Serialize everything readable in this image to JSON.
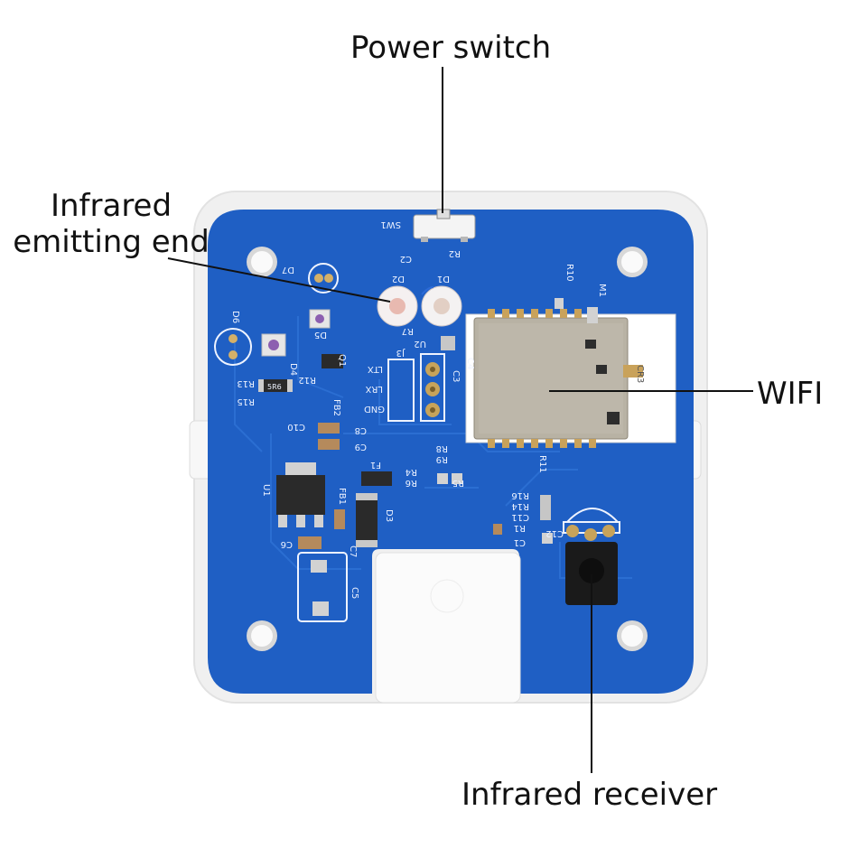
{
  "callouts": {
    "power_switch": "Power switch",
    "ir_emitting_line1": "Infrared",
    "ir_emitting_line2": "emitting end",
    "wifi": "WIFI",
    "ir_receiver": "Infrared receiver"
  },
  "silkscreen": {
    "sw1": "SW1",
    "r2": "R2",
    "c2": "C2",
    "r10": "R10",
    "m1": "M1",
    "d7": "D7",
    "d2": "D2",
    "d1": "D1",
    "d6": "D6",
    "d5": "D5",
    "d4": "D4",
    "r7": "R7",
    "u2": "U2",
    "j3": "J3",
    "c3": "C3",
    "c4": "C4",
    "q1": "Q1",
    "ltx": "LTX",
    "lrx": "LRX",
    "gnd": "GND",
    "r12": "R12",
    "r13": "R13",
    "r15": "R15",
    "res_5r6": "5R6",
    "fb2": "FB2",
    "c10": "C10",
    "c8": "C8",
    "c9": "C9",
    "r8": "R8",
    "r9": "R9",
    "r11": "R11",
    "u1": "U1",
    "f1": "F1",
    "r4": "R4",
    "r6": "R6",
    "r5": "R5",
    "fb1": "FB1",
    "d3": "D3",
    "r16": "R16",
    "r14": "R14",
    "c11": "C11",
    "r1": "R1",
    "c1": "C1",
    "c12": "C12",
    "c6": "C6",
    "c7": "C7",
    "c5": "C5",
    "cr3": "CR3"
  },
  "colors": {
    "pcb": "#1f5fc4",
    "pcb_dark": "#174fa8",
    "enclosure": "#f1f1f1",
    "shield": "#b9b3a4",
    "gold": "#c7a35a"
  }
}
